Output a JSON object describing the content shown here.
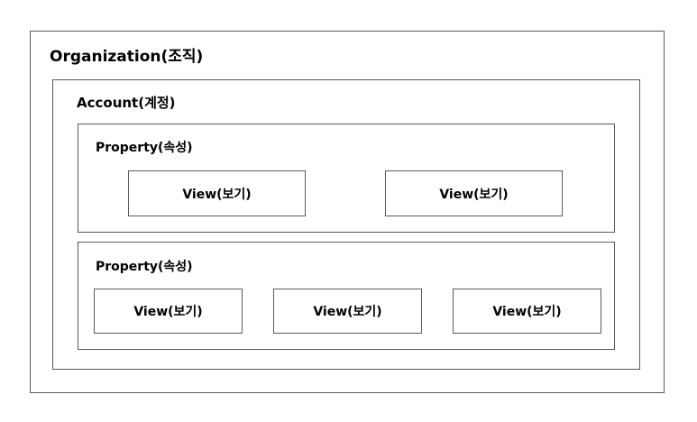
{
  "organization": {
    "label": "Organization(조직)",
    "account": {
      "label": "Account(계정)",
      "properties": [
        {
          "label": "Property(속성)",
          "views": [
            "View(보기)",
            "View(보기)"
          ]
        },
        {
          "label": "Property(속성)",
          "views": [
            "View(보기)",
            "View(보기)",
            "View(보기)"
          ]
        }
      ]
    }
  },
  "colors": {
    "border": "#5a5a5a",
    "background": "#ffffff",
    "text": "#000000"
  }
}
